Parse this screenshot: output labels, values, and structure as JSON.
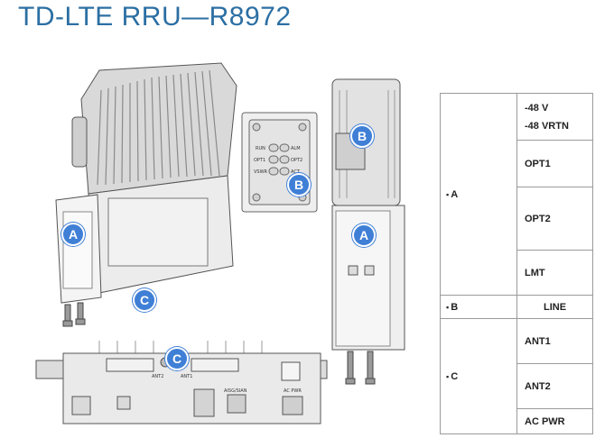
{
  "title": "TD-LTE RRU—R8972",
  "callouts": {
    "a_left": "A",
    "a_right": "A",
    "b_inset": "B",
    "b_side": "B",
    "c_front": "C",
    "c_bottom": "C"
  },
  "inset_labels": [
    "RUN",
    "ALM",
    "OPT1",
    "OPT2",
    "VSWR",
    "ACT"
  ],
  "bottom_labels": [
    "ANT2",
    "ANT1",
    "AISG/SIAN",
    "AC PWR"
  ],
  "legend": {
    "groups": [
      {
        "label": "A",
        "ports": [
          "-48 V\n-48 VRTN",
          "OPT1",
          "OPT2",
          "LMT"
        ]
      },
      {
        "label": "B",
        "ports": [
          "LINE"
        ]
      },
      {
        "label": "C",
        "ports": [
          "ANT1",
          "ANT2",
          "AC PWR"
        ]
      }
    ]
  }
}
